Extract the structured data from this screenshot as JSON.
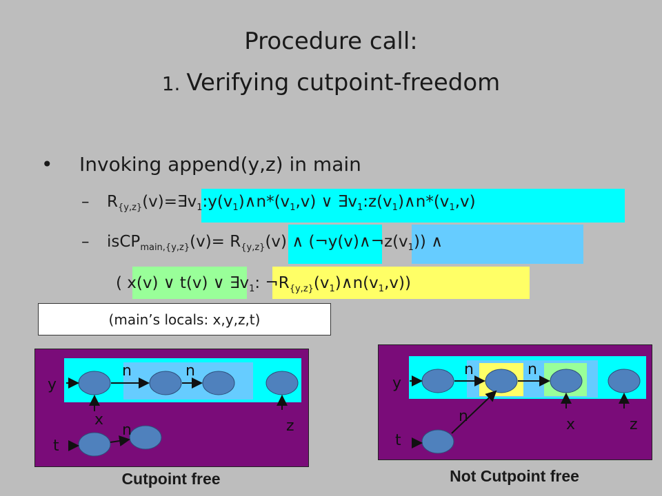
{
  "title": {
    "line1": "Procedure call:",
    "line2_num": "1. ",
    "line2_text": "Verifying cutpoint-freedom"
  },
  "bullet": {
    "symbol": "•",
    "text": "Invoking append(y,z) in main"
  },
  "dash": "–",
  "line_r": {
    "r": "R",
    "r_sub": "{y,z}",
    "v": "(v)=",
    "p1": "∃v",
    "s1": "1",
    "p2": ":y(v",
    "s2": "1",
    "p3": ")∧n*(v",
    "s3": "1",
    "p4": ",v)  ∨ ",
    "p5": "∃v",
    "s5": "1",
    "p6": ":z(v",
    "s6": "1",
    "p7": ")∧n*(v",
    "s7": "1",
    "p8": ",v)"
  },
  "line_iscp": {
    "a": "isCP",
    "a_sub": "main,{y,z}",
    "b": "(v)=  ",
    "c": "R",
    "c_sub": "{y,z}",
    "d": "(v)  ∧  (",
    "e": "¬y(v)∧¬z(v",
    "e_sub": "1",
    "f": "))  ∧"
  },
  "line_cont": {
    "a": "( ",
    "b": "x(v)  ∨  t(v)",
    "c": "  ∨  ",
    "d": "∃v",
    "d_sub": "1",
    "e": ":  ¬R",
    "e_sub": "{y,z}",
    "f": "(v",
    "f_sub": "1",
    "g": ")∧n(v",
    "g_sub": "1",
    "h": ",v))"
  },
  "locals_box": "(main’s locals: x,y,z,t)",
  "colors": {
    "cyan": "#00ffff",
    "blue": "#66ccff",
    "green": "#99ff99",
    "yellow": "#ffff66",
    "panel": "#7a0c79",
    "node": "#4f81bd"
  },
  "diagram_left": {
    "caption": "Cutpoint free",
    "labels": {
      "y": "y",
      "x": "x",
      "z": "z",
      "t": "t",
      "n1": "n",
      "n2": "n",
      "n3": "n"
    }
  },
  "diagram_right": {
    "caption": "Not Cutpoint free",
    "labels": {
      "y": "y",
      "x": "x",
      "z": "z",
      "t": "t",
      "n1": "n",
      "n2": "n",
      "n3": "n"
    }
  }
}
